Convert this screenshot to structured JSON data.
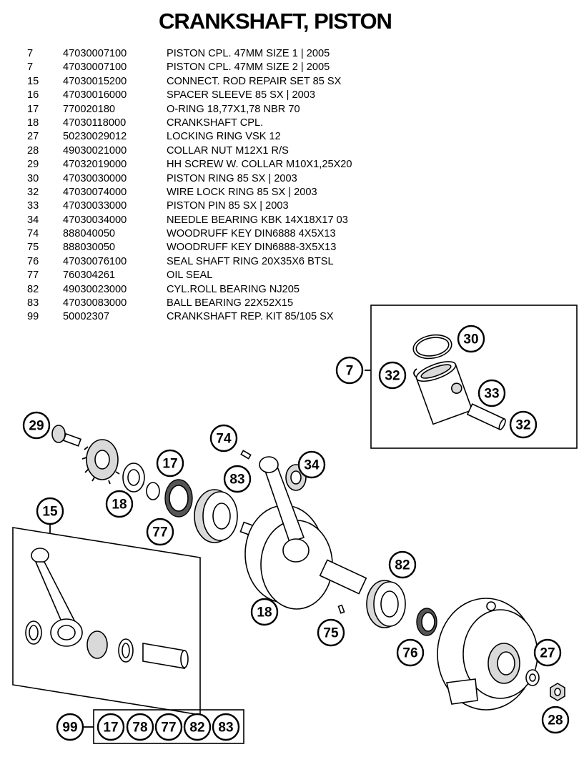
{
  "title": "CRANKSHAFT, PISTON",
  "parts": [
    {
      "pos": "7",
      "number": "47030007100",
      "description": "PISTON CPL. 47MM SIZE 1 | 2005"
    },
    {
      "pos": "7",
      "number": "47030007100",
      "description": "PISTON CPL. 47MM SIZE 2 | 2005"
    },
    {
      "pos": "15",
      "number": "47030015200",
      "description": "CONNECT. ROD REPAIR SET 85 SX"
    },
    {
      "pos": "16",
      "number": "47030016000",
      "description": "SPACER SLEEVE 85 SX | 2003"
    },
    {
      "pos": "17",
      "number": "770020180",
      "description": "O-RING 18,77X1,78 NBR 70"
    },
    {
      "pos": "18",
      "number": "47030118000",
      "description": "CRANKSHAFT CPL."
    },
    {
      "pos": "27",
      "number": "50230029012",
      "description": "LOCKING RING VSK 12"
    },
    {
      "pos": "28",
      "number": "49030021000",
      "description": "COLLAR NUT M12X1 R/S"
    },
    {
      "pos": "29",
      "number": "47032019000",
      "description": "HH SCREW W. COLLAR M10X1,25X20"
    },
    {
      "pos": "30",
      "number": "47030030000",
      "description": "PISTON RING 85 SX | 2003"
    },
    {
      "pos": "32",
      "number": "47030074000",
      "description": "WIRE LOCK RING 85 SX | 2003"
    },
    {
      "pos": "33",
      "number": "47030033000",
      "description": "PISTON PIN 85 SX | 2003"
    },
    {
      "pos": "34",
      "number": "47030034000",
      "description": "NEEDLE BEARING KBK 14X18X17 03"
    },
    {
      "pos": "74",
      "number": "888040050",
      "description": "WOODRUFF KEY DIN6888 4X5X13"
    },
    {
      "pos": "75",
      "number": "888030050",
      "description": "WOODRUFF KEY DIN6888-3X5X13"
    },
    {
      "pos": "76",
      "number": "47030076100",
      "description": "SEAL SHAFT RING 20X35X6 BTSL"
    },
    {
      "pos": "77",
      "number": "760304261",
      "description": "OIL SEAL"
    },
    {
      "pos": "82",
      "number": "49030023000",
      "description": "CYL.ROLL BEARING NJ205"
    },
    {
      "pos": "83",
      "number": "47030083000",
      "description": "BALL BEARING 22X52X15"
    },
    {
      "pos": "99",
      "number": "50002307",
      "description": "CRANKSHAFT REP. KIT 85/105 SX"
    }
  ],
  "callouts": {
    "c7": "7",
    "c30": "30",
    "c32a": "32",
    "c32b": "32",
    "c33": "33",
    "c29": "29",
    "c74": "74",
    "c17": "17",
    "c34": "34",
    "c83": "83",
    "c18a": "18",
    "c77": "77",
    "c15": "15",
    "c82": "82",
    "c18b": "18",
    "c75": "75",
    "c76": "76",
    "c27": "27",
    "c28": "28"
  },
  "kit": {
    "label": "99",
    "items": [
      "17",
      "78",
      "77",
      "82",
      "83"
    ]
  }
}
